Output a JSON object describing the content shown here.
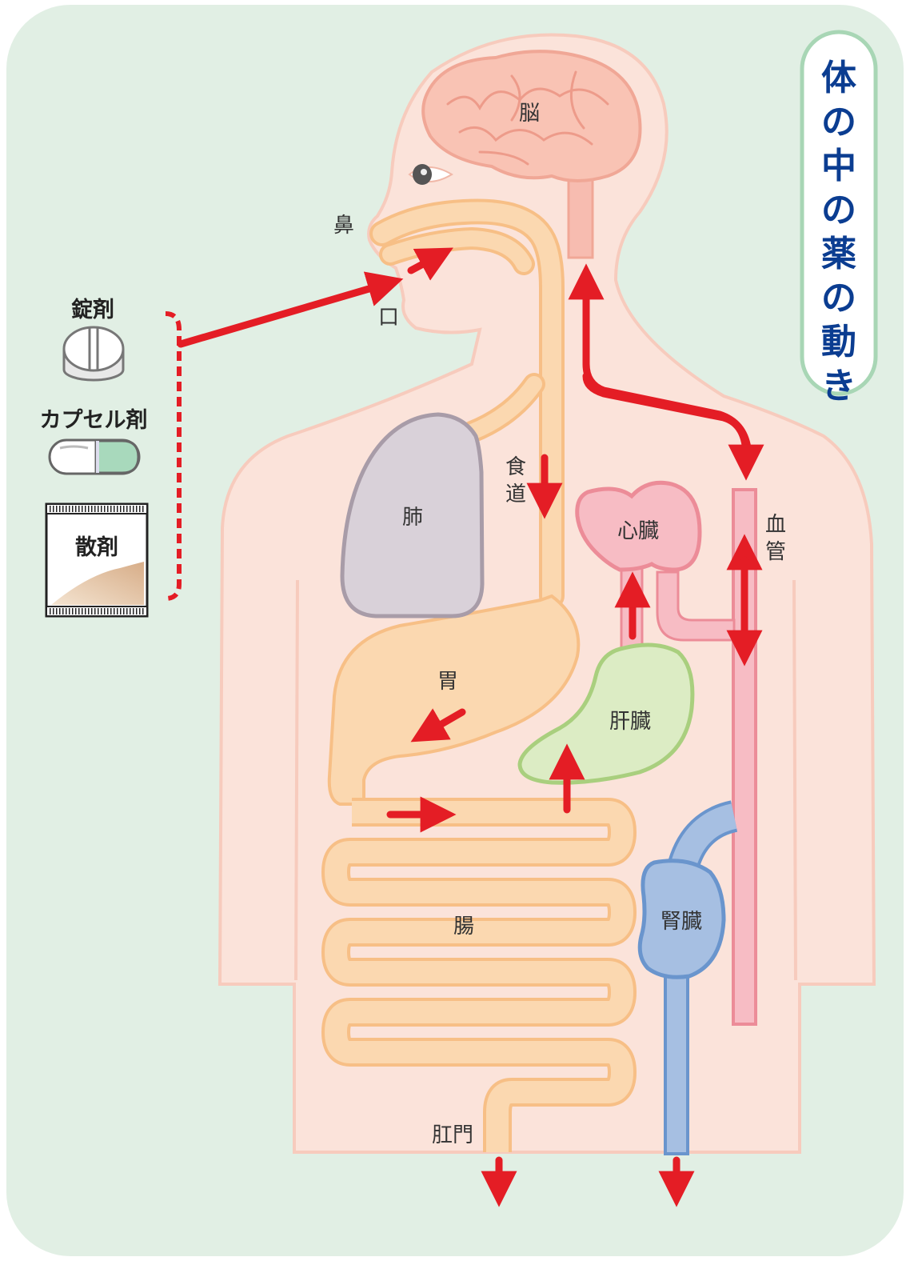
{
  "title": "体の中の薬の動き",
  "medicines": {
    "tablet": "錠剤",
    "capsule": "カプセル剤",
    "powder": "散剤"
  },
  "organs": {
    "brain": "脳",
    "nose": "鼻",
    "mouth": "口",
    "esophagus": "食道",
    "lung": "肺",
    "heart": "心臓",
    "blood_vessel": "血管",
    "stomach": "胃",
    "liver": "肝臓",
    "intestine": "腸",
    "kidney": "腎臓",
    "anus": "肛門"
  },
  "colors": {
    "background": "#e1efe4",
    "body": "#fbe3da",
    "body_outline": "#f7cbbd",
    "digestive": "#fbd8b0",
    "digestive_outline": "#f7bf86",
    "lung": "#d9d1d9",
    "lung_outline": "#a89ca8",
    "heart": "#f7bcc4",
    "heart_outline": "#ec8c98",
    "liver": "#dcecc4",
    "liver_outline": "#a9cf7e",
    "kidney": "#a6bfe2",
    "kidney_outline": "#6a95cd",
    "arrow": "#e41d25",
    "title_text": "#0b3d91",
    "title_border": "#a8d6b5"
  }
}
